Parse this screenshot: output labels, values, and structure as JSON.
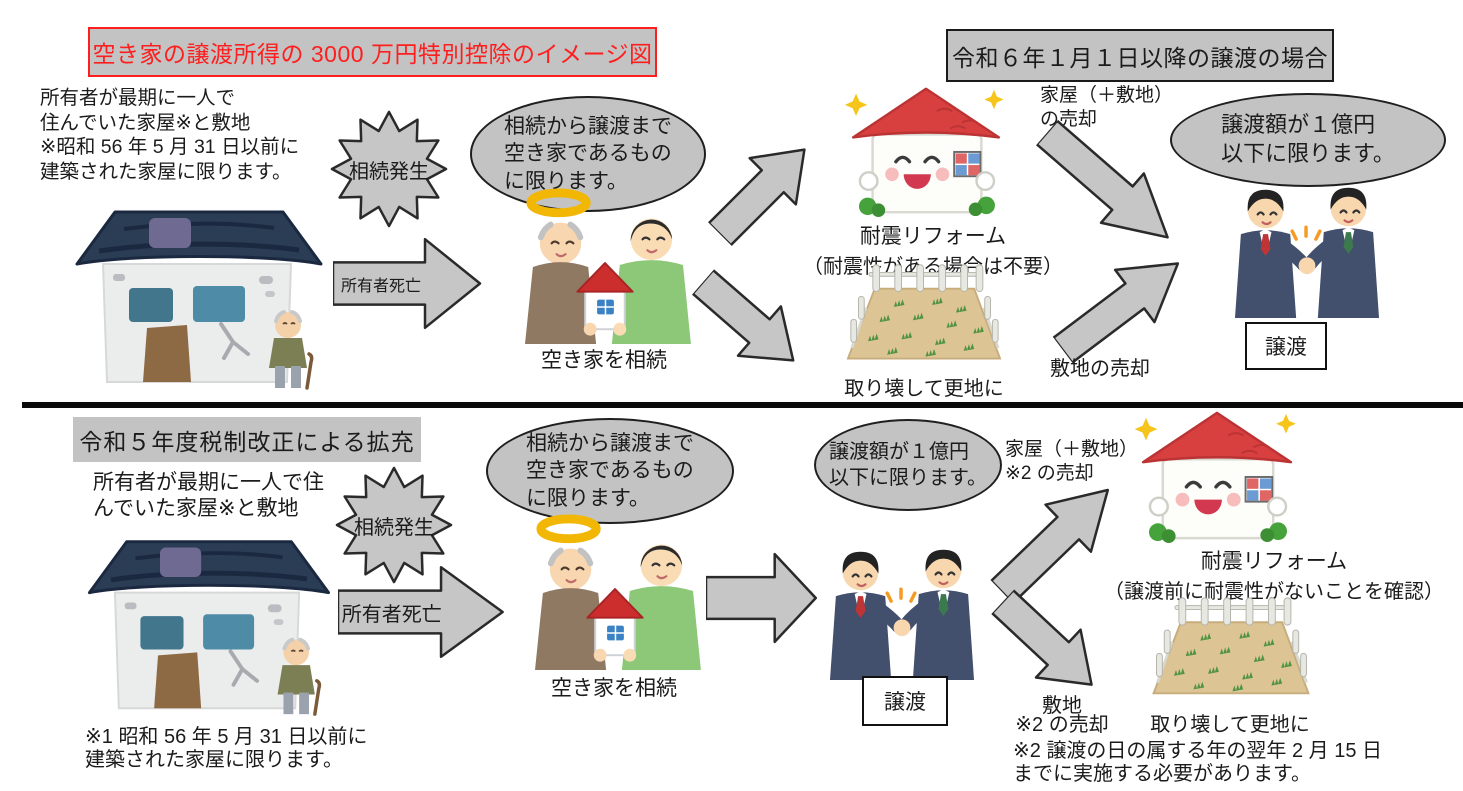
{
  "colors": {
    "accent_red": "#fe1e1e",
    "shape_gray": "#c3c3c3",
    "ink": "#1b1b1b"
  },
  "top": {
    "title": "空き家の譲渡所得の 3000 万円特別控除のイメージ図",
    "case_label": "令和６年１月１日以降の譲渡の場合",
    "owner_note": "所有者が最期に一人で\n住んでいた家屋※と敷地\n※昭和 56 年 5 月 31 日以前に\n建築された家屋に限ります。",
    "inheritance_burst": "相続発生",
    "owner_death": "所有者死亡",
    "vacancy_condition": "相続から譲渡まで\n空き家であるもの\nに限ります。",
    "inherit_caption": "空き家を相続",
    "retrofit_caption": "耐震リフォーム",
    "retrofit_note": "（耐震性がある場合は不要）",
    "demolish_caption": "取り壊して更地に",
    "house_sale_label": "家屋（＋敷地）\nの売却",
    "price_condition": "譲渡額が１億円\n以下に限ります。",
    "land_sale_label": "敷地の売却",
    "transfer_label": "譲渡"
  },
  "bottom": {
    "title": "令和５年度税制改正による拡充",
    "owner_note": "所有者が最期に一人で住\nんでいた家屋※と敷地",
    "inheritance_burst": "相続発生",
    "owner_death": "所有者死亡",
    "vacancy_condition": "相続から譲渡まで\n空き家であるもの\nに限ります。",
    "inherit_caption": "空き家を相続",
    "price_condition": "譲渡額が１億円\n以下に限ります。",
    "transfer_label": "譲渡",
    "house_sale_label": "家屋（＋敷地）\n※2 の売却",
    "retrofit_caption": "耐震リフォーム",
    "retrofit_note": "（譲渡前に耐震性がないことを確認）",
    "land_sale_label": "敷地\n※2 の売却",
    "demolish_caption": "取り壊して更地に",
    "note1": "※1 昭和 56 年 5 月 31 日以前に\n建築された家屋に限ります。",
    "note2": "※2 譲渡の日の属する年の翌年 2 月 15 日\nまでに実施する必要があります。"
  },
  "illustrations": {
    "old_house": "aging-house-with-elderly-owner",
    "inherit_scene": "heir-receiving-house-from-deceased-owner-with-halo",
    "happy_house": "renovated-smiling-house",
    "vacant_lot": "cleared-vacant-lot-with-fence",
    "handshake": "business-handshake-transfer"
  }
}
